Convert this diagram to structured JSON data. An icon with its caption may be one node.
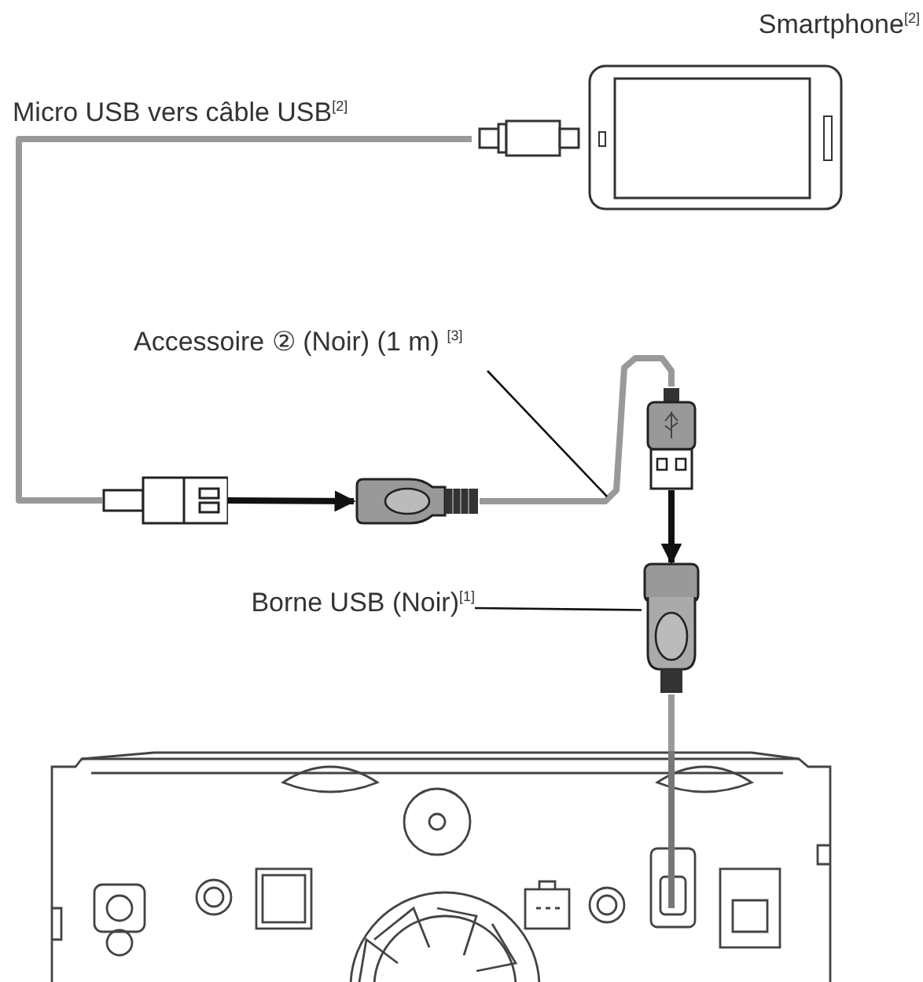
{
  "diagram": {
    "nodes": [
      {
        "text": [
          "Smartphone$^{[2]}$"
        ]
      },
      {
        "text": [],
        "shape": "picture"
      },
      {
        "text": [],
        "shape": "picture"
      },
      {
        "text": [],
        "shape": "picture"
      },
      {
        "text": [],
        "shape": "picture"
      },
      {
        "text": [],
        "shape": "picture"
      },
      {
        "text": [
          "Accessoire ② (Noir) (1 m) $^{[3]}$"
        ]
      },
      {
        "text": [
          "Borne USB (Noir)$^{[1]}$"
        ]
      }
    ],
    "edges": [
      {
        "from": 0,
        "to": 1,
        "arrow": "none",
        "color": "#999999"
      },
      {
        "from": 1,
        "to": 2,
        "arrow": "to"
      },
      {
        "from": 2,
        "to": 3,
        "arrow": "none",
        "color": "#999999"
      },
      {
        "from": 3,
        "to": 4,
        "arrow": "to"
      },
      {
        "from": 4,
        "to": 5,
        "arrow": "none",
        "color": "#999999"
      },
      {
        "from": 6,
        "to": null,
        "arrow": "none"
      },
      {
        "from": 7,
        "to": 4,
        "arrow": "none"
      }
    ],
    "labels": [
      "Micro USB vers câble USB$^{[2]}$"
    ]
  }
}
